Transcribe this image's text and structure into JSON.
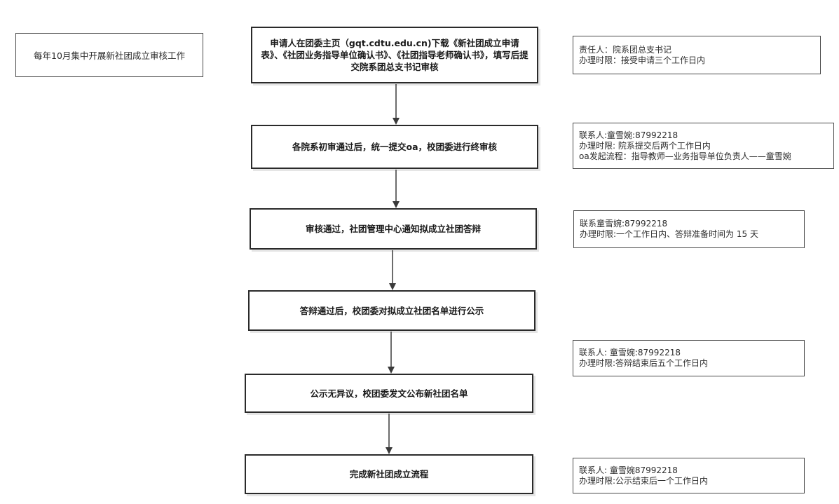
{
  "left_note": {
    "text": "每年10月集中开展新社团成立审核工作"
  },
  "steps": [
    {
      "text": "申请人在团委主页（gqt.cdtu.edu.cn)下载《新社团成立申请表》、《社团业务指导单位确认书》、《社团指导老师确认书》，填写后提交院系团总支书记审核"
    },
    {
      "text": "各院系初审通过后，统一提交oa，校团委进行终审核"
    },
    {
      "text": "审核通过，社团管理中心通知拟成立社团答辩"
    },
    {
      "text": "答辩通过后，校团委对拟成立社团名单进行公示"
    },
    {
      "text": "公示无异议，校团委发文公布新社团名单"
    },
    {
      "text": "完成新社团成立流程"
    }
  ],
  "notes": [
    {
      "lines": [
        "责任人：院系团总支书记",
        "办理时限：接受申请三个工作日内"
      ]
    },
    {
      "lines": [
        "联系人:童雪婉:87992218",
        "办理时限: 院系提交后两个工作日内",
        "oa发起流程：指导教师—业务指导单位负责人——童雪婉"
      ]
    },
    {
      "lines": [
        "联系童雪婉:87992218",
        "办理时限:一个工作日内、答辩准备时间为 15 天"
      ]
    },
    {
      "lines": [
        "联系人: 童雪婉:87992218",
        "办理时限:答辩结束后五个工作日内"
      ]
    },
    {
      "lines": [
        "联系人: 童雪婉87992218",
        "办理时限:公示结束后一个工作日内"
      ]
    }
  ]
}
